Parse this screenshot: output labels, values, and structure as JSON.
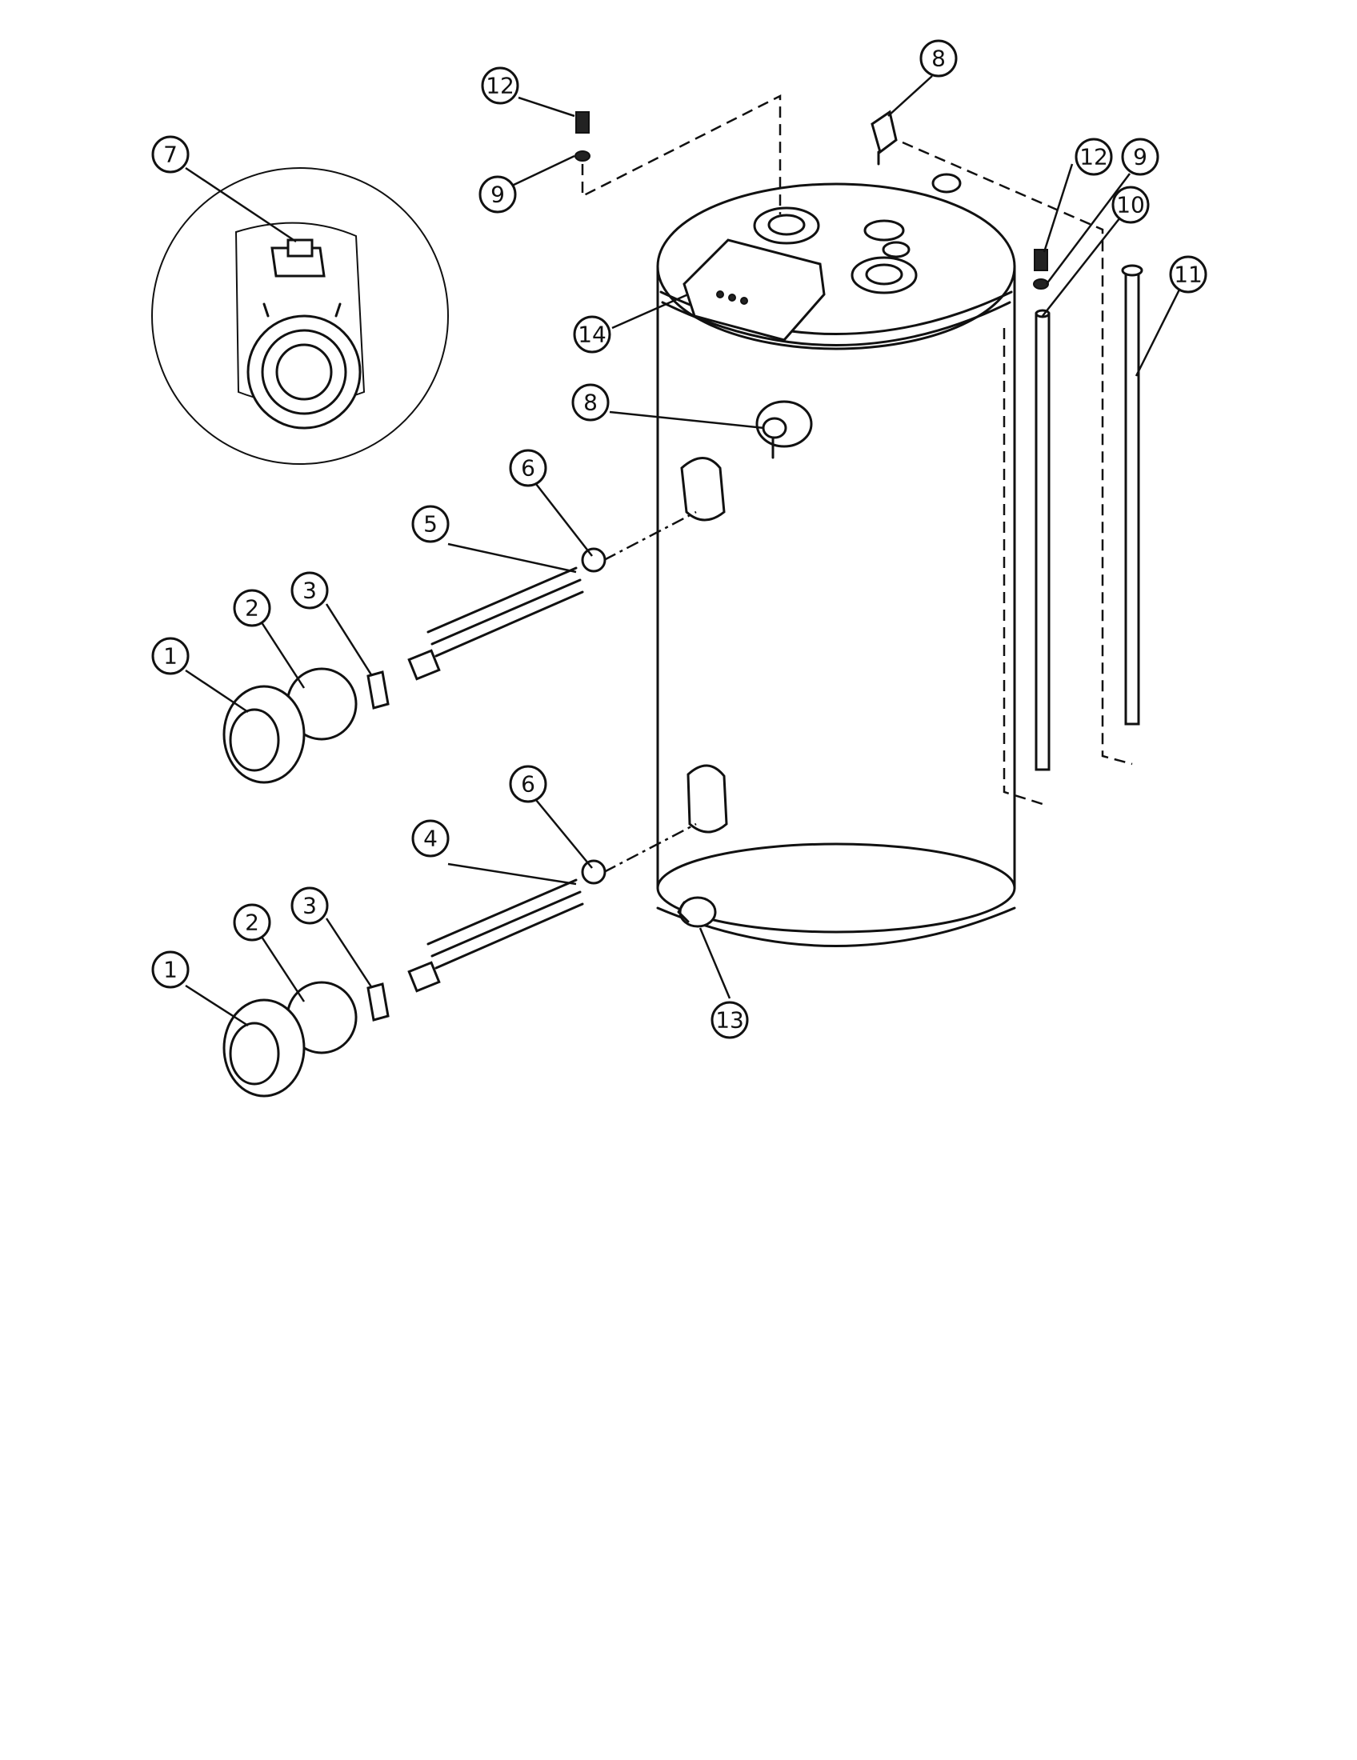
{
  "callouts": [
    {
      "id": "c7",
      "label": "7"
    },
    {
      "id": "c12a",
      "label": "12"
    },
    {
      "id": "c9a",
      "label": "9"
    },
    {
      "id": "c8a",
      "label": "8"
    },
    {
      "id": "c12b",
      "label": "12"
    },
    {
      "id": "c9b",
      "label": "9"
    },
    {
      "id": "c10",
      "label": "10"
    },
    {
      "id": "c11",
      "label": "11"
    },
    {
      "id": "c14",
      "label": "14"
    },
    {
      "id": "c8b",
      "label": "8"
    },
    {
      "id": "c6a",
      "label": "6"
    },
    {
      "id": "c5",
      "label": "5"
    },
    {
      "id": "c3a",
      "label": "3"
    },
    {
      "id": "c2a",
      "label": "2"
    },
    {
      "id": "c1a",
      "label": "1"
    },
    {
      "id": "c6b",
      "label": "6"
    },
    {
      "id": "c4",
      "label": "4"
    },
    {
      "id": "c3b",
      "label": "3"
    },
    {
      "id": "c2b",
      "label": "2"
    },
    {
      "id": "c1b",
      "label": "1"
    },
    {
      "id": "c13",
      "label": "13"
    }
  ]
}
